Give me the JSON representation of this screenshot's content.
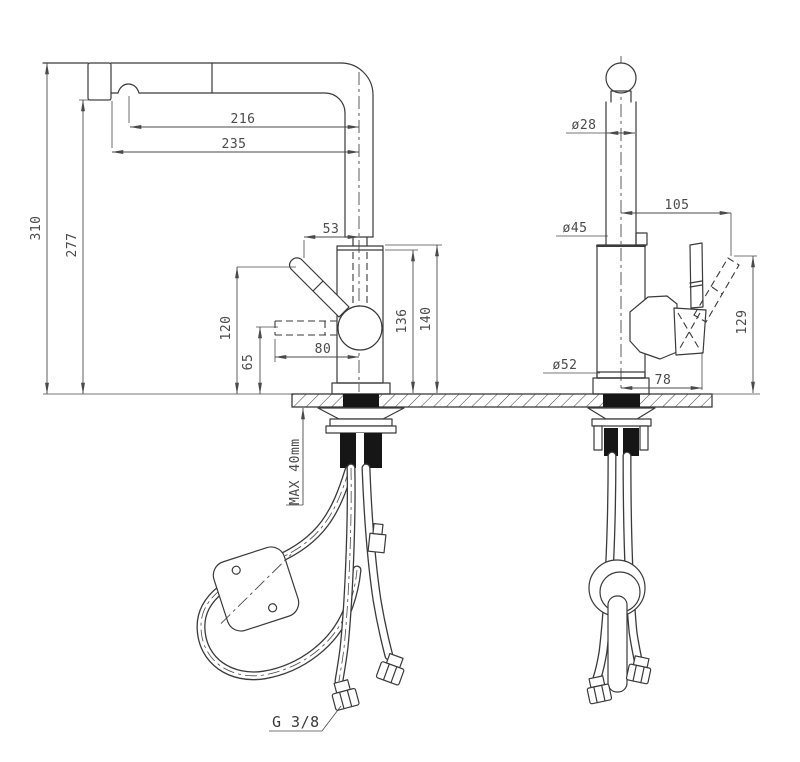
{
  "drawing": {
    "title": "Pull-out kitchen faucet installation drawing",
    "background": "#ffffff",
    "line_color": "#3a3a3a",
    "text_color": "#4a4a4a"
  },
  "left_view": {
    "dims": {
      "reach_to_button": "216",
      "reach_total": "235",
      "overall_height": "310",
      "spray_face_height": "277",
      "handle_top_offset": "53",
      "handle_tip_height": "120",
      "alt_handle_height": "65",
      "alt_handle_reach": "80",
      "body_top_height": "136",
      "connector_top_height": "140"
    },
    "labels": {
      "max_counter_thickness": "MAX 40mm",
      "supply_thread": "G 3/8"
    }
  },
  "front_view": {
    "dims": {
      "spout_tube_diameter": "ø28",
      "handle_reach": "105",
      "body_diameter": "ø45",
      "base_diameter": "ø52",
      "base_center_offset": "78",
      "handle_tip_height": "129"
    }
  }
}
